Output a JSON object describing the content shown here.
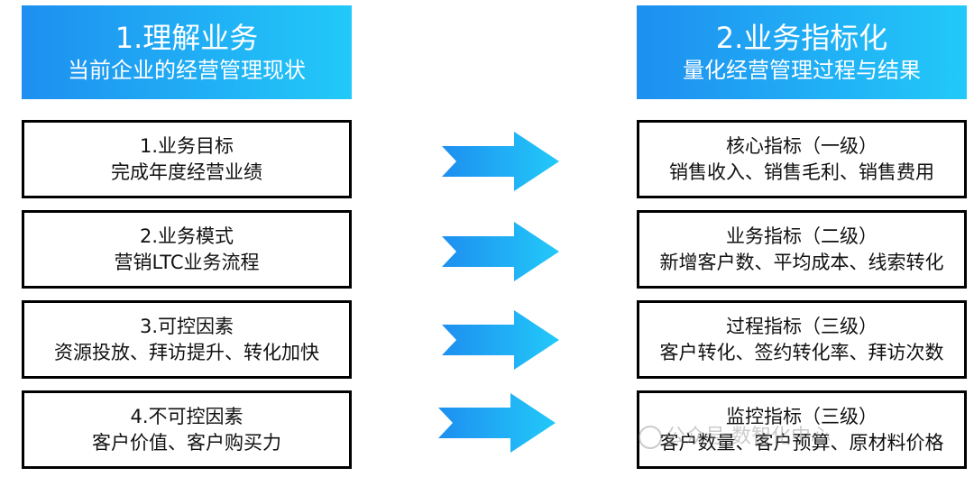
{
  "left_header": {
    "title": "1.理解业务",
    "subtitle": "当前企业的经营管理现状"
  },
  "right_header": {
    "title": "2.业务指标化",
    "subtitle": "量化经营管理过程与结果"
  },
  "left_items": [
    {
      "title": "1.业务目标",
      "detail": "完成年度经营业绩"
    },
    {
      "title": "2.业务模式",
      "detail": "营销LTC业务流程"
    },
    {
      "title": "3.可控因素",
      "detail": "资源投放、拜访提升、转化加快"
    },
    {
      "title": "4.不可控因素",
      "detail": "客户价值、客户购买力"
    }
  ],
  "right_items": [
    {
      "title": "核心指标（一级）",
      "detail": "销售收入、销售毛利、销售费用"
    },
    {
      "title": "业务指标（二级）",
      "detail": "新增客户数、平均成本、线索转化"
    },
    {
      "title": "过程指标（三级）",
      "detail": "客户转化、签约转化率、拜访次数"
    },
    {
      "title": "监控指标（三级）",
      "detail": "客户数量、客户预算、原材料价格"
    }
  ],
  "colors": {
    "header_start": "#1e8ff0",
    "header_end": "#22c9f9",
    "arrow_start": "#1e8ff0",
    "arrow_end": "#22c9f9"
  },
  "icons": {
    "arrow": "right-arrow-icon"
  },
  "watermark": {
    "text": "公众号·数智化中心"
  }
}
